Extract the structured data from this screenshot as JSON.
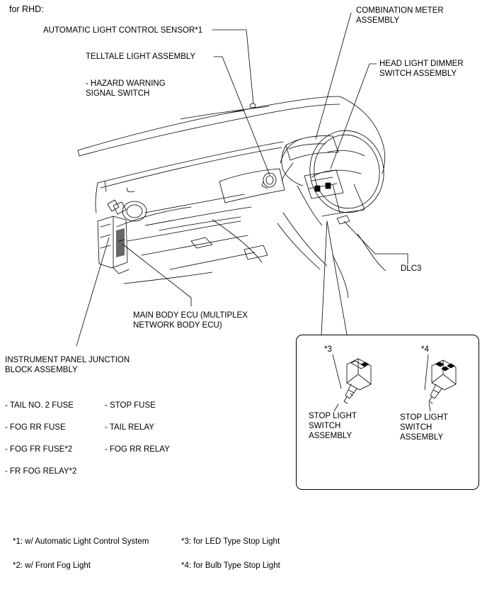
{
  "header": "for RHD:",
  "labels": {
    "sensor": "AUTOMATIC LIGHT CONTROL SENSOR*1",
    "telltale": "TELLTALE LIGHT ASSEMBLY",
    "hazard": "- HAZARD WARNING\nSIGNAL SWITCH",
    "combo": "COMBINATION METER\nASSEMBLY",
    "dimmer": "HEAD LIGHT DIMMER\nSWITCH ASSEMBLY",
    "dlc3": "DLC3",
    "mainbody": "MAIN BODY ECU (MULTIPLEX\nNETWORK BODY ECU)",
    "junction": "INSTRUMENT PANEL JUNCTION\nBLOCK ASSEMBLY"
  },
  "fuses": {
    "left": [
      "- TAIL NO. 2 FUSE",
      "- FOG RR FUSE",
      "- FOG FR FUSE*2",
      "- FR FOG RELAY*2"
    ],
    "right": [
      "- STOP FUSE",
      "- TAIL RELAY",
      "- FOG RR RELAY"
    ]
  },
  "inset": {
    "mark3": "*3",
    "mark4": "*4",
    "stop3": "STOP LIGHT\nSWITCH\nASSEMBLY",
    "stop4": "STOP LIGHT\nSWITCH\nASSEMBLY"
  },
  "notes": {
    "n1": "*1: w/ Automatic Light Control System",
    "n2": "*2: w/ Front Fog Light",
    "n3": "*3: for LED Type Stop Light",
    "n4": "*4: for Bulb Type Stop Light"
  }
}
